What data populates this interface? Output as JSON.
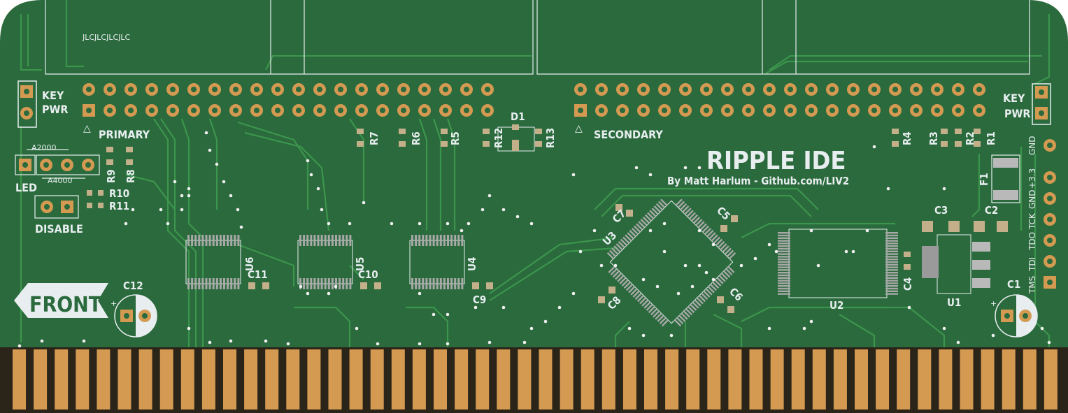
{
  "board": {
    "fab_marker": "JLCJLCJLCJLC",
    "title": "RIPPLE IDE",
    "subtitle": "By Matt Harlum - Github.com/LIV2",
    "front_label": "FRONT"
  },
  "labels": {
    "key_left": "KEY",
    "pwr_left": "PWR",
    "key_right": "KEY",
    "pwr_right": "PWR",
    "primary": "PRIMARY",
    "secondary": "SECONDARY",
    "a2000": "A2000",
    "a4000": "A4000",
    "led": "LED",
    "disable": "DISABLE",
    "pin1_marker": "△"
  },
  "references": {
    "r1": "R1",
    "r2": "R2",
    "r3": "R3",
    "r4": "R4",
    "r5": "R5",
    "r6": "R6",
    "r7": "R7",
    "r8": "R8",
    "r9": "R9",
    "r10": "R10",
    "r11": "R11",
    "r12": "R12",
    "r13": "R13",
    "d1": "D1",
    "f1": "F1",
    "c1": "C1",
    "c2": "C2",
    "c3": "C3",
    "c4": "C4",
    "c5": "C5",
    "c6": "C6",
    "c7": "C7",
    "c8": "C8",
    "c9": "C9",
    "c10": "C10",
    "c11": "C11",
    "c12": "C12",
    "u1": "U1",
    "u2": "U2",
    "u3": "U3",
    "u4": "U4",
    "u5": "U5",
    "u6": "U6"
  },
  "jtag": {
    "gnd": "GND",
    "v33": "+3.3",
    "gnd2": "GND",
    "tck": "TCK",
    "tdo": "TDO",
    "tdi": "TDI",
    "tms": "TMS"
  },
  "colors": {
    "soldermask": "#2a6a3c",
    "trace": "#3f9a4f",
    "silkscreen": "#e8eef0",
    "copper_pad": "#d49a52",
    "edge_connector": "#2b2418"
  },
  "edge_connector": {
    "finger_count": 50
  }
}
